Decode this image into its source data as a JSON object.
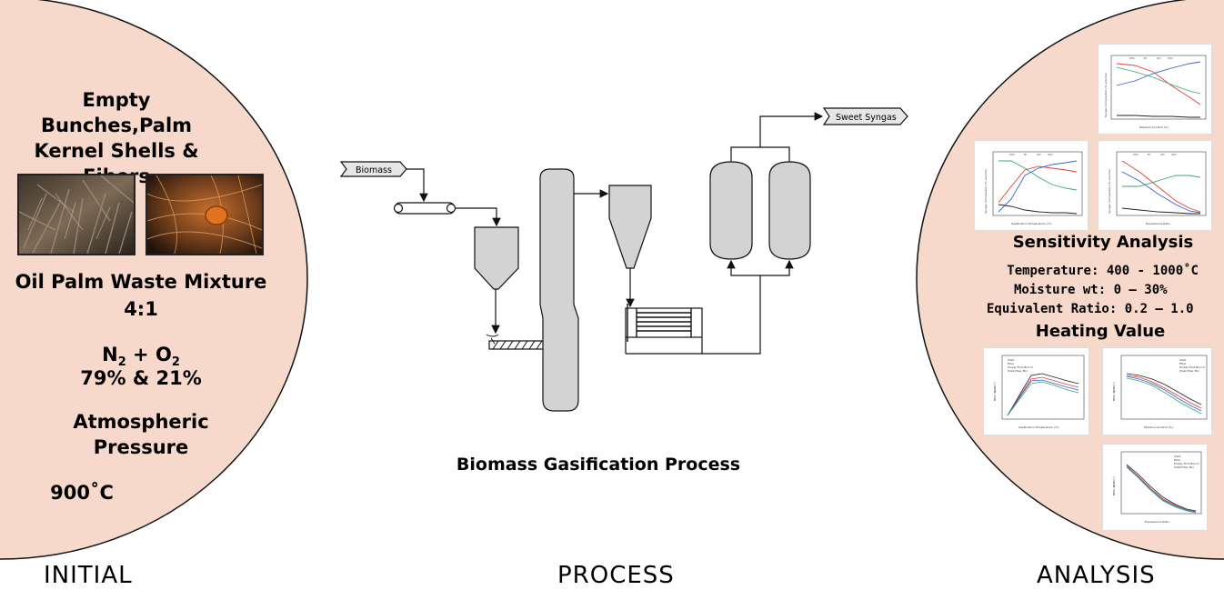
{
  "sections": {
    "initial": "INITIAL",
    "process": "PROCESS",
    "analysis": "ANALYSIS"
  },
  "initial": {
    "feedstock_title": "Empty Bunches,Palm Kernel Shells & Fibers",
    "mixture_title": "Oil Palm Waste Mixture",
    "mixture_ratio": "4:1",
    "gas_n2": "N",
    "gas_n2_sub": "2",
    "gas_plus": " + O",
    "gas_o2_sub": "2",
    "gas_percent": "79% & 21%",
    "pressure_1": "Atmospheric",
    "pressure_2": "Pressure",
    "temperature": "900˚C"
  },
  "process": {
    "title": "Biomass Gasification Process",
    "input_label": "Biomass",
    "output_label": "Sweet Syngas"
  },
  "analysis": {
    "sensitivity_title": "Sensitivity Analysis",
    "heating_title": "Heating Value",
    "params": [
      {
        "name": "Temperature",
        "value": "400 - 1000˚C"
      },
      {
        "name": "Moisture wt",
        "value": "0 – 30%"
      },
      {
        "name": "Equivalent Ratio",
        "value": "0.2 – 1.0"
      }
    ],
    "syngas_legend": [
      "CH₄",
      "H₂",
      "CO",
      "CO₂"
    ],
    "syngas_ylabel": "Syngas Composition (% volume)",
    "syngas_xlabels": [
      "Moisture Content (%)",
      "Gasification Temperature (°C)",
      "Equivalence Ratio"
    ],
    "hhv_legend": [
      "Shell",
      "Fiber",
      "Empty Fruit Bunch",
      "Shell-Fiber Mix"
    ],
    "hhv_ylabel": "HHV (MJ/Nm³)",
    "hhv_xlabels": [
      "Gasification Temperature (°C)",
      "Moisture Content (%)",
      "Equivalence Ratio"
    ]
  },
  "colors": {
    "circle_fill": "#f7d9cb",
    "ch4": "#222222",
    "h2": "#e0403a",
    "co": "#3a63c8",
    "co2": "#3aa67a"
  }
}
